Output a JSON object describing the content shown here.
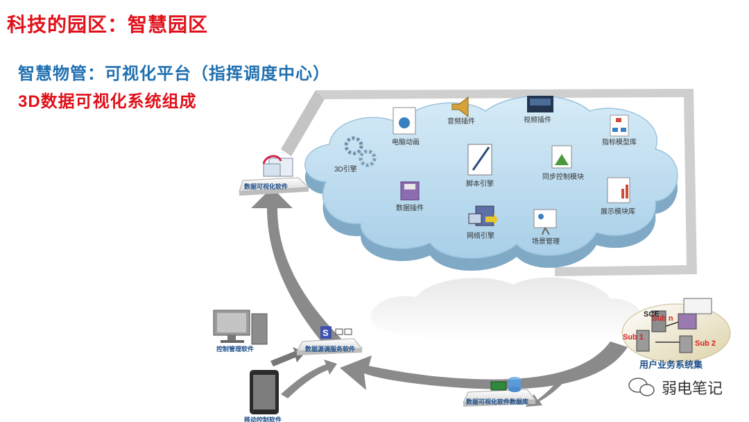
{
  "header": {
    "title": "科技的园区：智慧园区",
    "subtitle": "智慧物管：可视化平台（指挥调度中心）",
    "subtitle2": "3D数据可视化系统组成"
  },
  "cloud_modules": {
    "engine3d": "3D引擎",
    "pc_animation": "电脑动画",
    "audio_plugin": "音频插件",
    "video_plugin": "视频插件",
    "indicator_library": "指标模型库",
    "script_engine": "脚本引擎",
    "sync_control": "同步控制模块",
    "data_plugin": "数据插件",
    "display_library": "展示模块库",
    "network_engine": "网络引擎",
    "scene_management": "场景管理"
  },
  "platforms": {
    "visual_software": "数据可视化软件",
    "data_service": "数据源调服务软件",
    "data_database": "数据可视化软件数据库"
  },
  "clients": {
    "control_software": "控制管理软件",
    "mobile_control": "移动控制软件"
  },
  "user_systems": {
    "title": "用户业务系统集",
    "sce": "SCE",
    "sub_n": "Sub n",
    "sub_1": "Sub 1",
    "sub_2": "Sub 2"
  },
  "watermark": "弱电笔记",
  "colors": {
    "title_red": "#e0101a",
    "subtitle_blue": "#1f6fb0",
    "cloud_blue": "#bfdcef",
    "arrow_gray": "#8a8a8a"
  }
}
